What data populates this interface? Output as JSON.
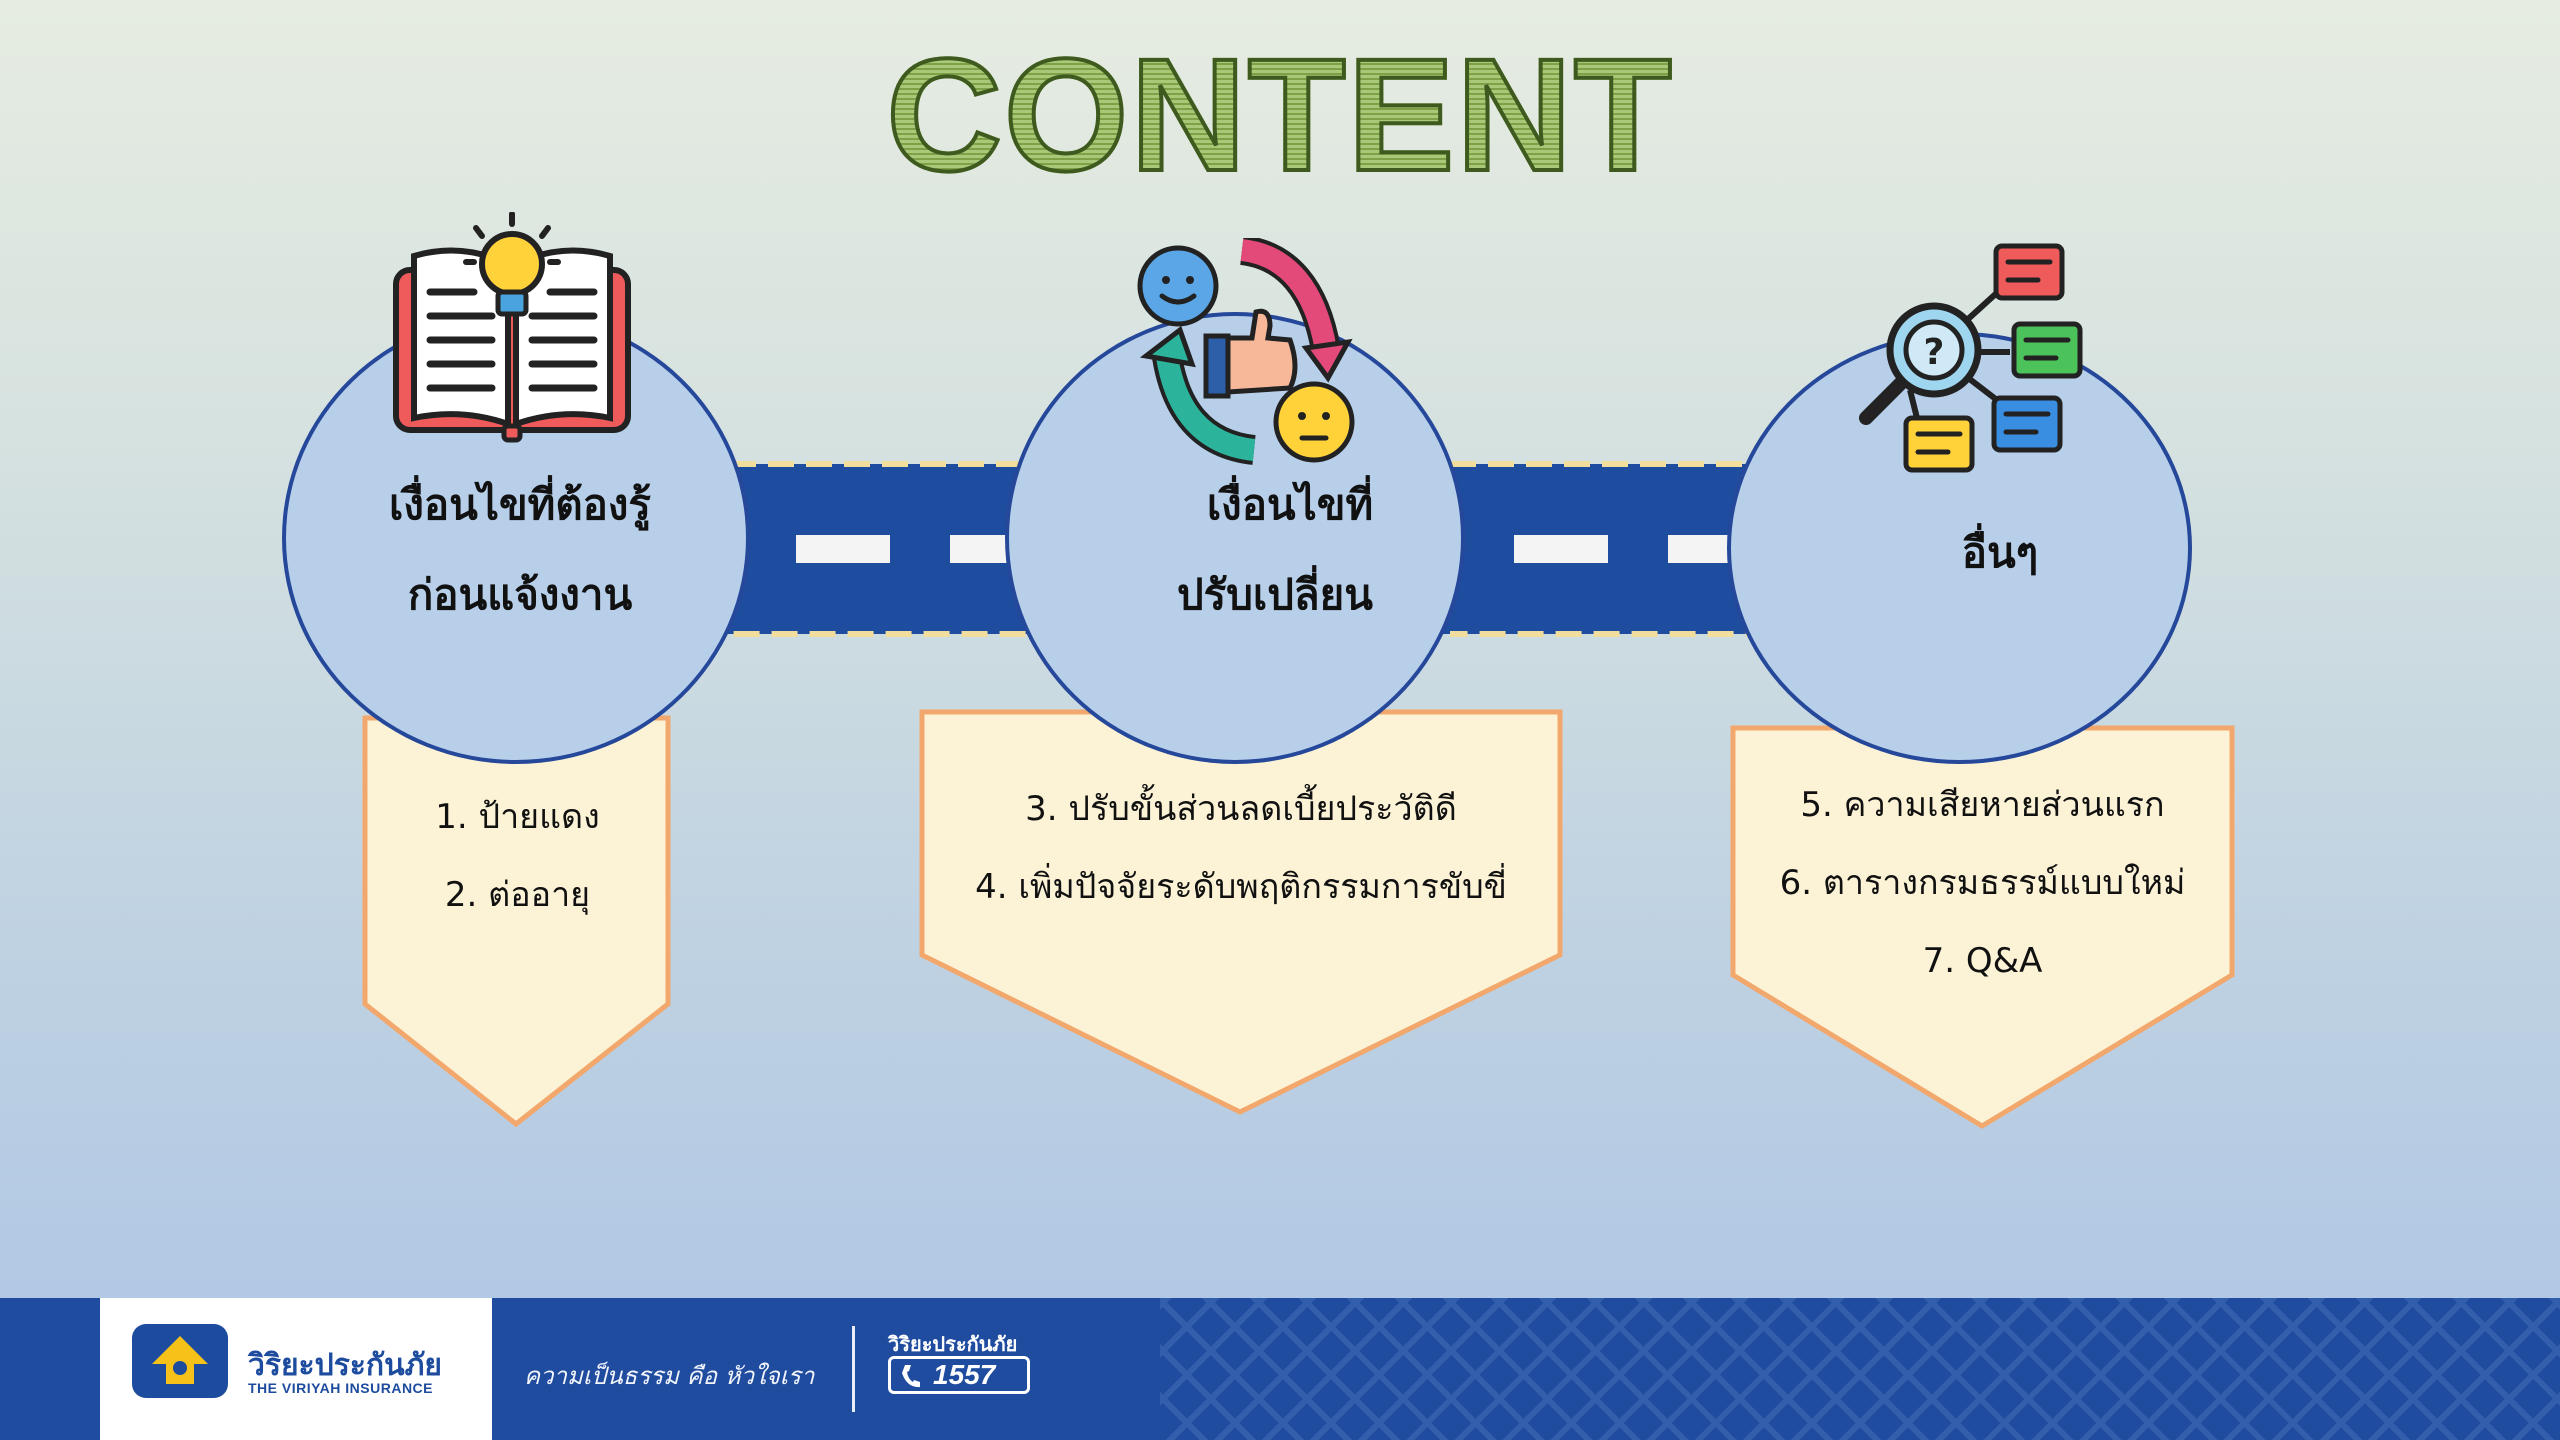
{
  "slide": {
    "title": "CONTENT"
  },
  "steps": [
    {
      "line1": "เงื่อนไขที่ต้องรู้",
      "line2": "ก่อนแจ้งงาน",
      "icon": "book-lightbulb-icon"
    },
    {
      "line1": "เงื่อนไขที่",
      "line2": "ปรับเปลี่ยน",
      "icon": "feedback-cycle-icon"
    },
    {
      "line1": "อื่นๆ",
      "icon": "search-network-icon"
    }
  ],
  "lists": [
    [
      "1. ป้ายแดง",
      "2. ต่ออายุ"
    ],
    [
      "3. ปรับขั้นส่วนลดเบี้ยประวัติดี",
      "4. เพิ่มปัจจัยระดับพฤติกรรมการขับขี่"
    ],
    [
      "5. ความเสียหายส่วนแรก",
      "6. ตารางกรมธรรม์แบบใหม่",
      "7. Q&A"
    ]
  ],
  "footer": {
    "logo_th": "วิริยะประกันภัย",
    "logo_en": "THE VIRIYAH INSURANCE",
    "slogan": "ความเป็นธรรม คือ หัวใจเรา",
    "hotline_label": "วิริยะประกันภัย",
    "hotline_number": "1557"
  },
  "colors": {
    "road": "#1e4c9e",
    "circle_fill": "#b8cfea",
    "circle_border": "#25489a",
    "box_fill": "#fcf3d6",
    "box_border": "#f2a86c",
    "footer": "#1f4c9f",
    "title_green": "#9cbc6a"
  }
}
